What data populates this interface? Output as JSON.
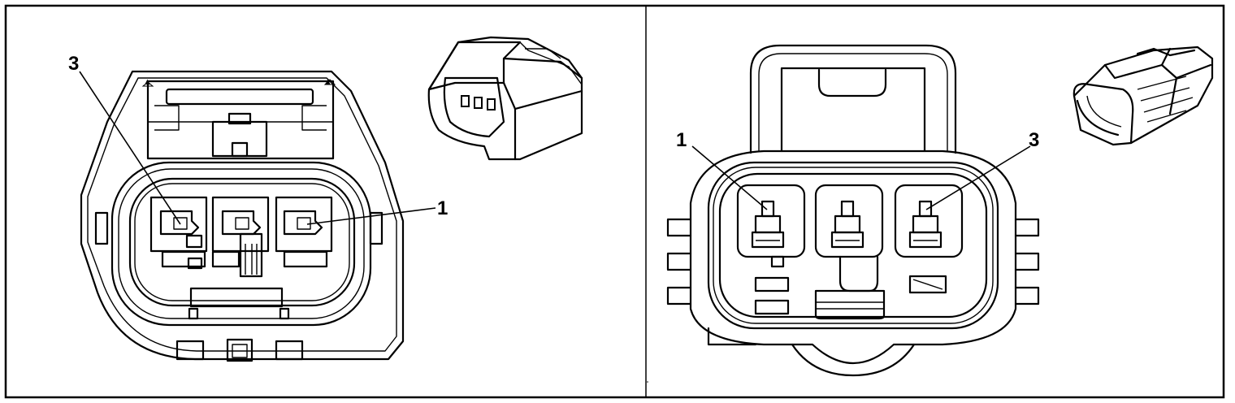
{
  "panels": [
    {
      "id": "left",
      "description_labels": [
        {
          "key": "pin3",
          "text": "3"
        },
        {
          "key": "pin1",
          "text": "1"
        }
      ]
    },
    {
      "id": "right",
      "description_labels": [
        {
          "key": "pin1",
          "text": "1"
        },
        {
          "key": "pin3",
          "text": "3"
        }
      ]
    }
  ]
}
